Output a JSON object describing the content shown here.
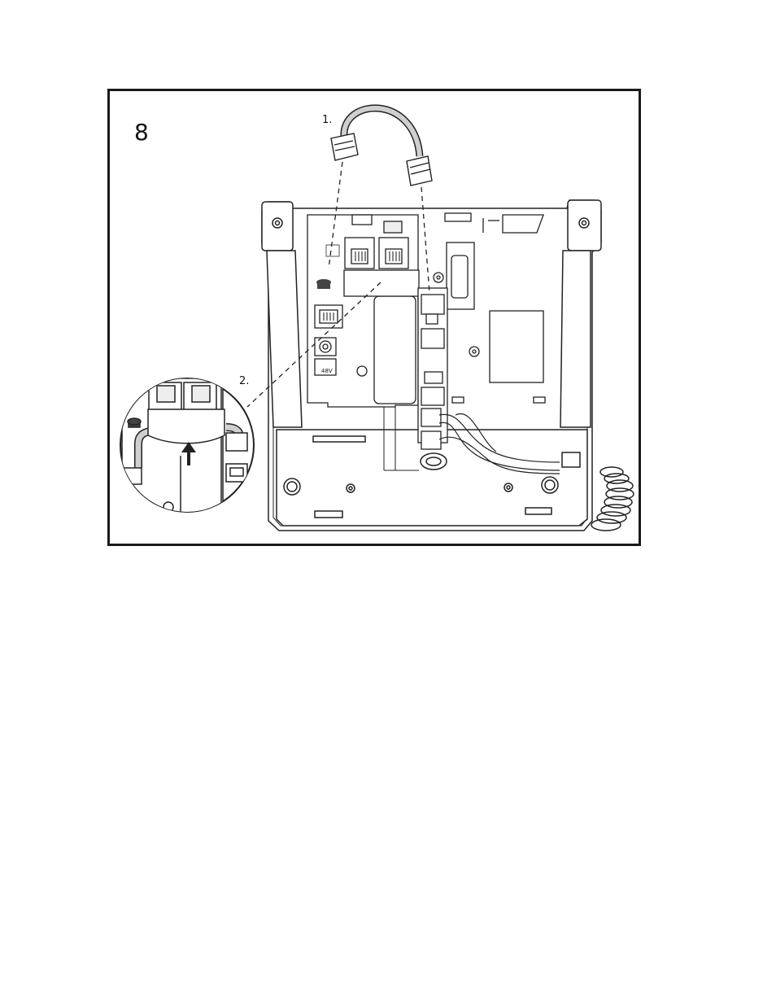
{
  "figure": {
    "step_number": "8",
    "callouts": {
      "one": "1.",
      "two": "2."
    },
    "port_labels": {
      "power": "48V"
    }
  }
}
